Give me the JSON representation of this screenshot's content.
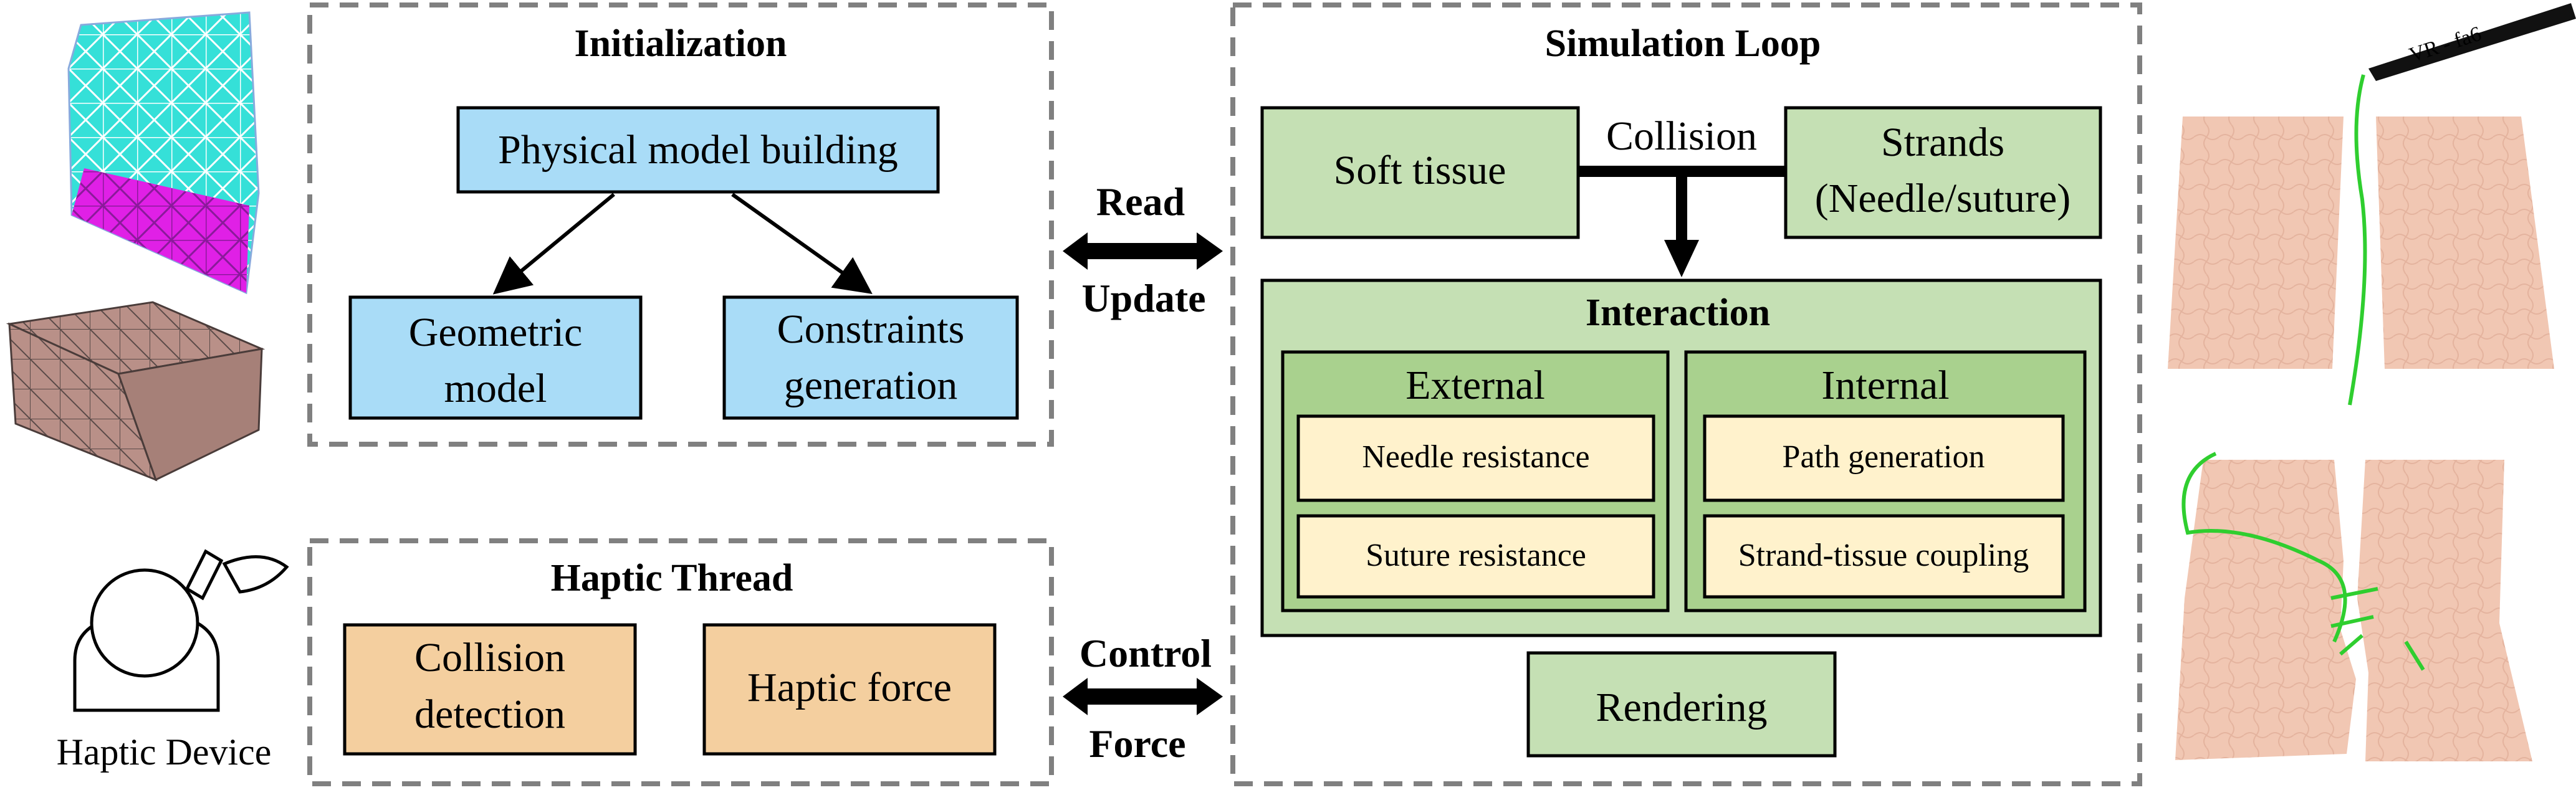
{
  "initialization": {
    "title": "Initialization",
    "physical_model": "Physical model building",
    "geometric_model": [
      "Geometric",
      "model"
    ],
    "constraints": [
      "Constraints",
      "generation"
    ]
  },
  "haptic_thread": {
    "title": "Haptic Thread",
    "collision_detection": [
      "Collision",
      "detection"
    ],
    "haptic_force": "Haptic force"
  },
  "simulation_loop": {
    "title": "Simulation Loop",
    "soft_tissue": "Soft tissue",
    "collision": "Collision",
    "strands": [
      "Strands",
      "(Needle/suture)"
    ],
    "interaction": {
      "title": "Interaction",
      "external": {
        "title": "External",
        "items": [
          "Needle resistance",
          "Suture resistance"
        ]
      },
      "internal": {
        "title": "Internal",
        "items": [
          "Path generation",
          "Strand-tissue coupling"
        ]
      }
    },
    "rendering": "Rendering"
  },
  "arrows": {
    "read": "Read",
    "update": "Update",
    "control": "Control",
    "force": "Force"
  },
  "haptic_device": {
    "label": "Haptic Device"
  },
  "needle_label": "VR - fa6",
  "colors": {
    "blue": "#a9dcf7",
    "orange": "#f4cf9f",
    "green_light": "#c5e0b4",
    "green_mid": "#a9d18e",
    "cream": "#fff2cc",
    "dashed": "#808080",
    "cyan_mesh": "#35e0d8",
    "magenta_mesh": "#e020e6",
    "brown_mesh": "#b99088",
    "skin": "#f1c7b3",
    "thread": "#2fce2f"
  }
}
